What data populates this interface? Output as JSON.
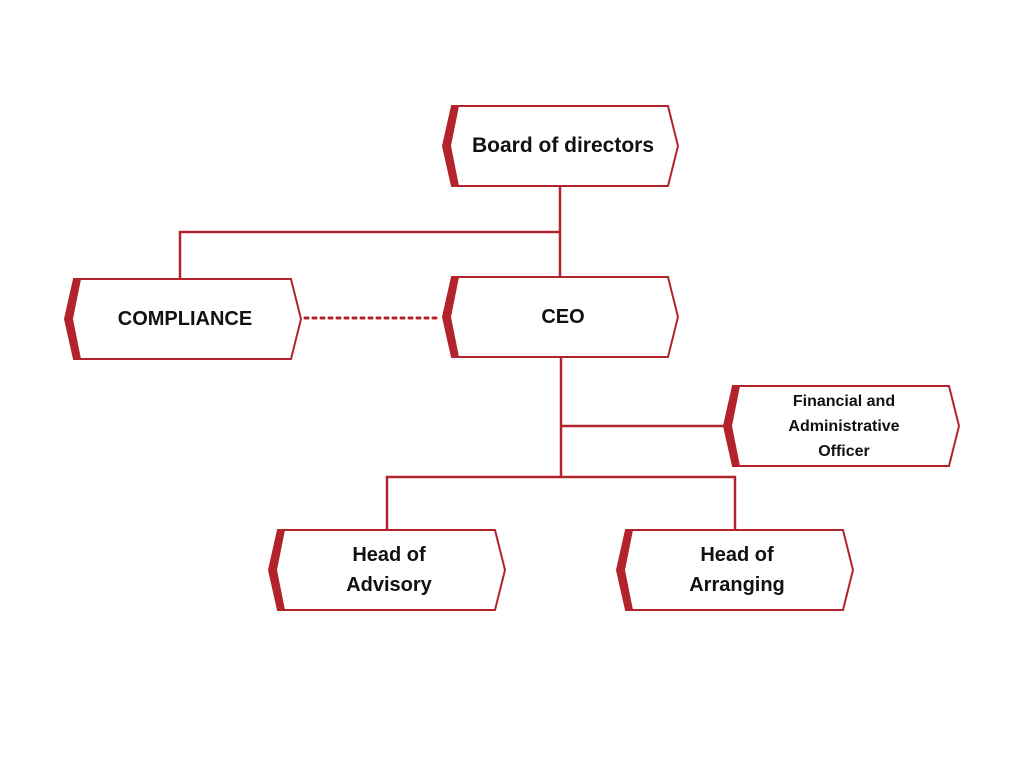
{
  "colors": {
    "accent": "#b3232b",
    "line": "#b3232b",
    "text": "#111111",
    "background": "#ffffff"
  },
  "nodes": {
    "board": {
      "label": "Board of directors"
    },
    "ceo": {
      "label": "CEO"
    },
    "compliance": {
      "label": "COMPLIANCE"
    },
    "fao": {
      "label": "Financial and\nAdministrative\nOfficer"
    },
    "advisory": {
      "label": "Head of\nAdvisory"
    },
    "arranging": {
      "label": "Head of\nArranging"
    }
  },
  "edges": [
    {
      "from": "board",
      "to": "ceo",
      "style": "solid"
    },
    {
      "from": "board",
      "to": "compliance",
      "style": "solid"
    },
    {
      "from": "compliance",
      "to": "ceo",
      "style": "dotted"
    },
    {
      "from": "ceo",
      "to": "fao",
      "style": "solid"
    },
    {
      "from": "ceo",
      "to": "advisory",
      "style": "solid"
    },
    {
      "from": "ceo",
      "to": "arranging",
      "style": "solid"
    }
  ]
}
